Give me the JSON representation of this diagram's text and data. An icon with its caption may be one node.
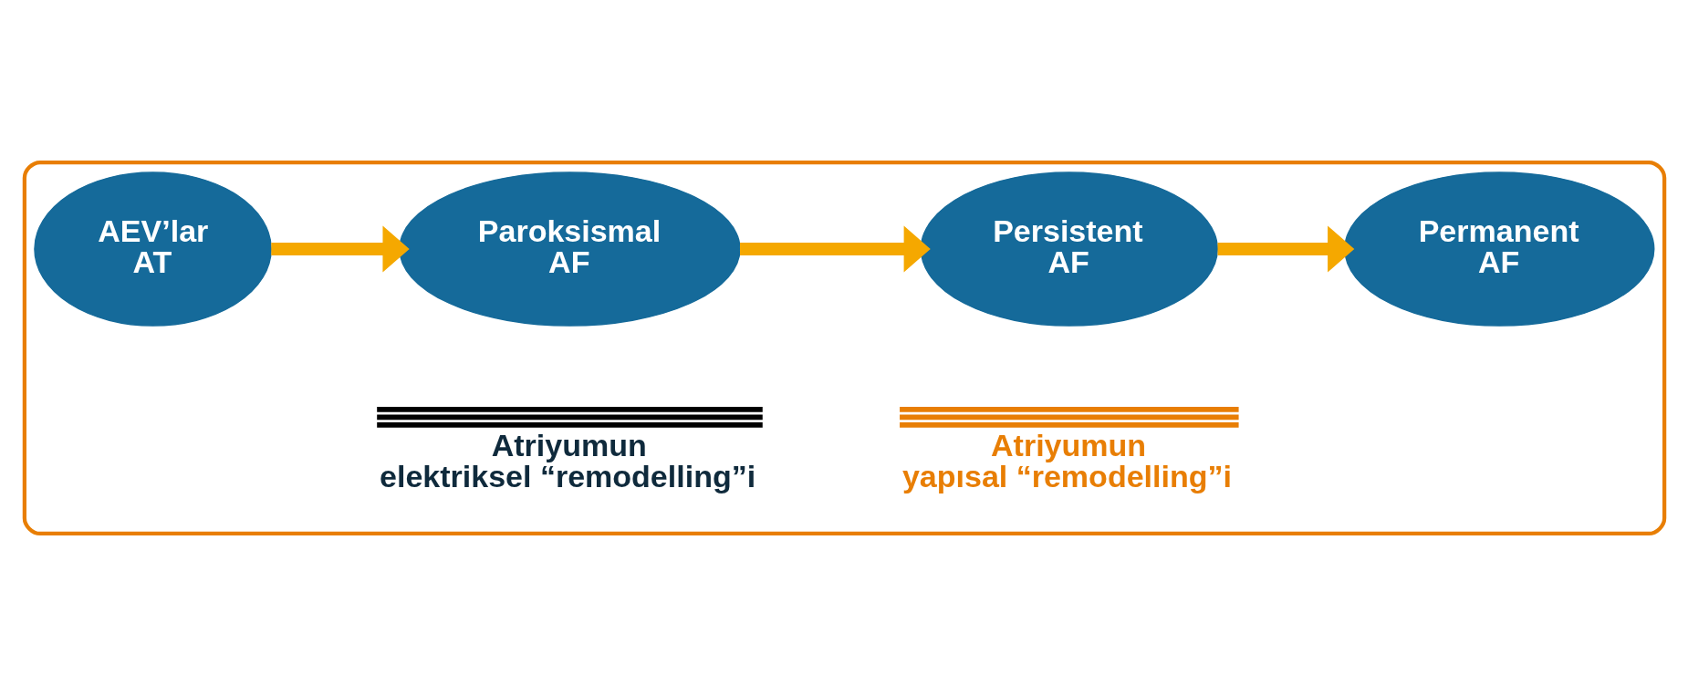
{
  "diagram": {
    "nodes": [
      {
        "text": [],
        "shape": "box"
      },
      {
        "text": [
          "AEV’lar AT"
        ],
        "in": 0
      },
      {
        "text": [
          "Paroksismal AF"
        ],
        "in": 0
      },
      {
        "text": [
          "Persistent AF"
        ],
        "in": 0
      },
      {
        "text": [
          "Permanent AF"
        ],
        "in": 0
      }
    ],
    "edges": [
      {
        "from": 1,
        "to": 2,
        "arrow": "to"
      },
      {
        "from": 2,
        "to": 3,
        "arrow": "to"
      },
      {
        "from": 3,
        "to": 4,
        "arrow": "to"
      }
    ],
    "labels": [
      "Atriyumun elektriksel “remodelling”i",
      "Atriyumun yapısal “remodelling”i"
    ]
  }
}
